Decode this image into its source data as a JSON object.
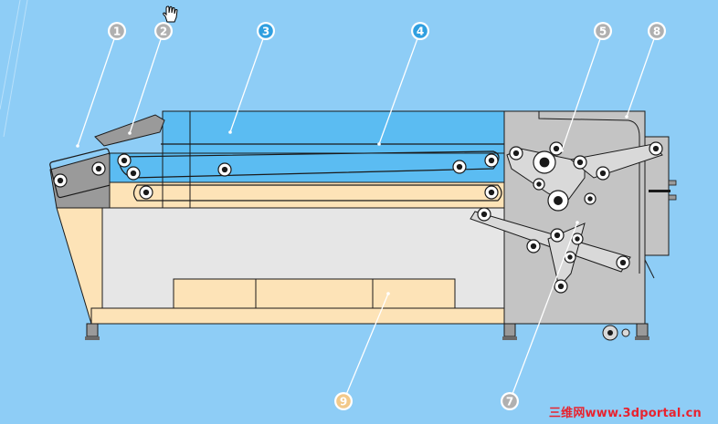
{
  "colors": {
    "background": "#8ecdf6",
    "frame": "#fde3b7",
    "chamber": "#e6e6e6",
    "outline": "#1a1a1a",
    "belt_blue": "#5bbcf2",
    "gearbox": "#c4c4c4",
    "callout_grey": "#b0b0b0",
    "callout_blue": "#2f9fe0",
    "callout_orange": "#f2c98a",
    "watermark": "#e8232f"
  },
  "callouts": [
    {
      "id": "c1",
      "label": "1",
      "style": "grey"
    },
    {
      "id": "c2",
      "label": "2",
      "style": "grey"
    },
    {
      "id": "c3",
      "label": "3",
      "style": "blue"
    },
    {
      "id": "c4",
      "label": "4",
      "style": "blue"
    },
    {
      "id": "c5",
      "label": "5",
      "style": "grey"
    },
    {
      "id": "c8",
      "label": "8",
      "style": "grey"
    },
    {
      "id": "c9",
      "label": "9",
      "style": "orange"
    },
    {
      "id": "c7",
      "label": "7",
      "style": "grey"
    }
  ],
  "watermark": "三维网www.3dportal.cn",
  "cursor_icon": "hand-cursor-icon"
}
